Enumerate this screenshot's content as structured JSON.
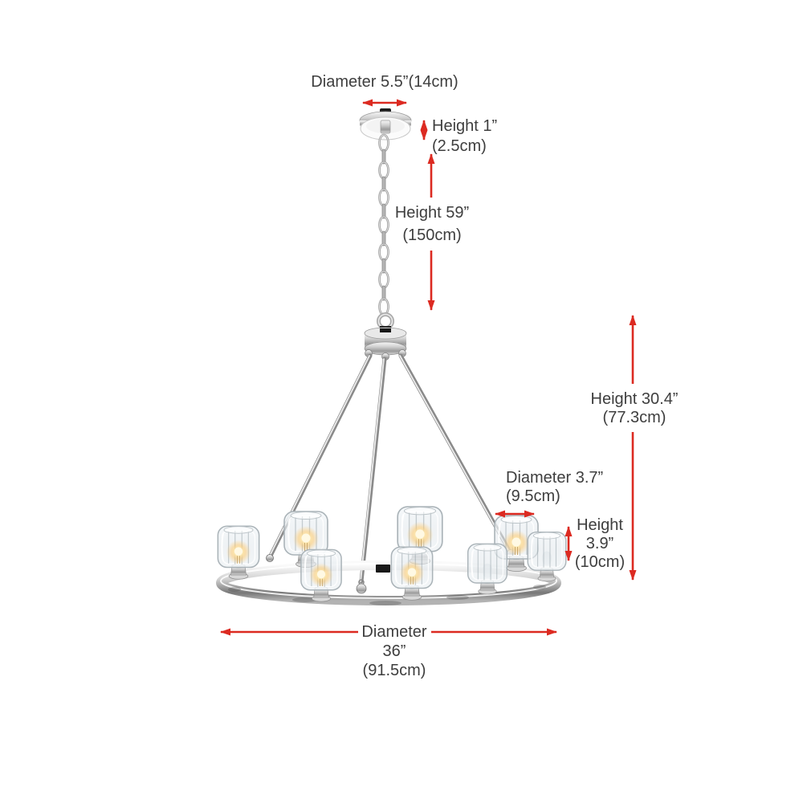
{
  "figure": {
    "type": "product-dimension-diagram",
    "subject": "8-light round chrome wheel chandelier with clear glass shades",
    "parts": [
      "ceiling-canopy",
      "hanging-chain",
      "support-rods",
      "wheel-ring",
      "glass-shades"
    ],
    "shade_count": 8
  },
  "colors": {
    "background": "#ffffff",
    "dimension_arrow": "#dc2a21",
    "dimension_text": "#3e3e3e",
    "chrome_light": "#f2f2f2",
    "chrome_mid": "#c9c9c9",
    "chrome_dark": "#8a8a8a"
  },
  "dimensions": {
    "canopy_diameter": {
      "line1": "Diameter 5.5”(14cm)"
    },
    "canopy_height": {
      "line1": "Height 1”",
      "line2": "(2.5cm)"
    },
    "chain_height": {
      "line1": "Height 59”",
      "line2": "(150cm)"
    },
    "body_height": {
      "line1": "Height 30.4”",
      "line2": "(77.3cm)"
    },
    "shade_diameter": {
      "line1": "Diameter 3.7”",
      "line2": "(9.5cm)"
    },
    "shade_height": {
      "line1": "Height",
      "line2": "3.9”",
      "line3": "(10cm)"
    },
    "ring_diameter": {
      "line1": "Diameter",
      "line2": "36”",
      "line3": "(91.5cm)"
    }
  }
}
